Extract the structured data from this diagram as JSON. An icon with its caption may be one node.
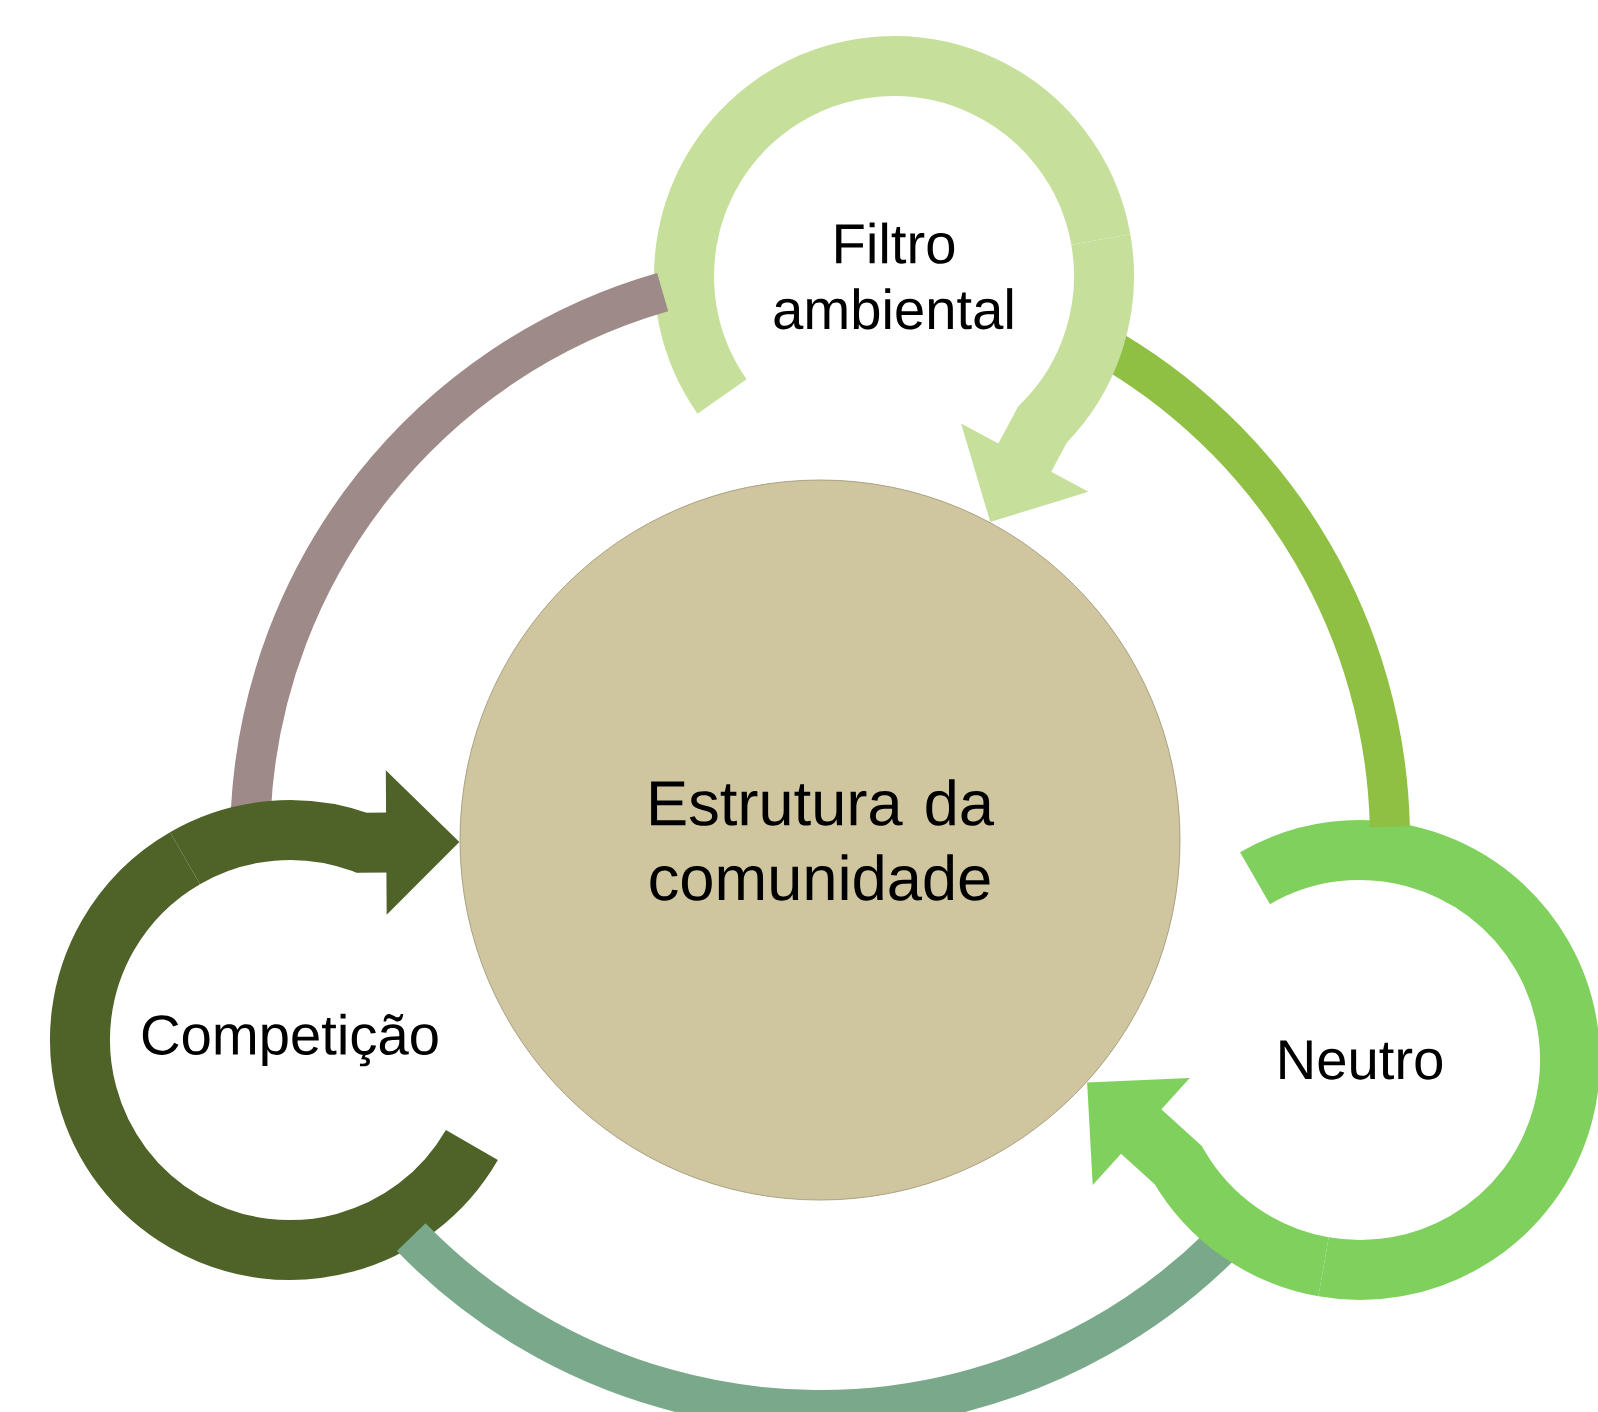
{
  "diagram": {
    "nodes": [
      {
        "text": [
          "Estrutura da comunidade"
        ]
      },
      {
        "text": [
          "Filtro ambiental"
        ]
      },
      {
        "text": [
          "Neutro"
        ]
      },
      {
        "text": [
          "Competição"
        ]
      }
    ],
    "edges": [
      {
        "from": 1,
        "to": 3,
        "arrow": "none",
        "color": "#9e8a88"
      },
      {
        "from": 1,
        "to": 2,
        "arrow": "none",
        "color": "#8fc043"
      },
      {
        "from": 2,
        "to": 3,
        "arrow": "none",
        "color": "#7aa88a"
      },
      {
        "from": 1,
        "to": 0,
        "arrow": "to",
        "color": "#c6e09c"
      },
      {
        "from": 2,
        "to": 0,
        "arrow": "to",
        "color": "#7fd05c"
      },
      {
        "from": 3,
        "to": 0,
        "arrow": "to",
        "color": "#4f6228"
      }
    ]
  }
}
